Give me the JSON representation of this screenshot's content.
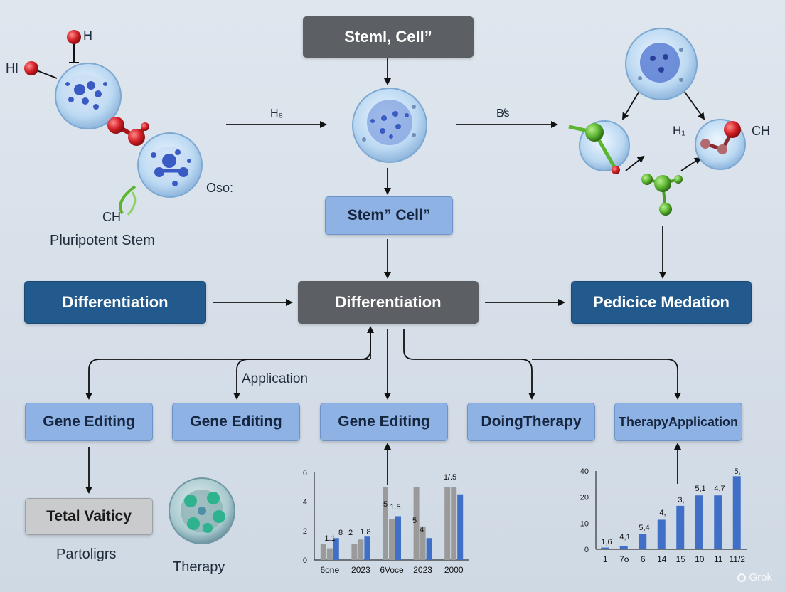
{
  "nodes": {
    "stem_cell_top": "Steml, Cell”",
    "stem_cell_mid": "Stem” Cell”",
    "diff_left": "Differentiation",
    "diff_center": "Differentiation",
    "pedicice": "Pedicice Medation",
    "gene_editing_1": "Gene Editing",
    "gene_editing_2": "Gene Editing",
    "gene_editing_3": "Gene Editing",
    "doing_therapy": "DoingTherapy",
    "therapy_application": "TherapyApplication",
    "tetal_vaiticy": "Tetal Vaiticy"
  },
  "labels": {
    "h_top": "H",
    "hi": "HI",
    "oso": "Oso:",
    "ch_left": "CH",
    "pluripotent": "Pluripotent Stem",
    "h_arrow": "H₈",
    "bs_arrow": "B̸s",
    "h1": "H₁",
    "ch_right": "CH",
    "application": "Application",
    "partoligrs": "Partoligrs",
    "therapy": "Therapy",
    "watermark": "Grok"
  },
  "colors": {
    "atom_red": "#d42027",
    "atom_green": "#5cb531",
    "cell_membrane": "#bcd9f2",
    "nucleus": "#3b5bc4",
    "bar_gray": "#9a9a9a",
    "bar_blue": "#3f6fc6"
  },
  "chart_data": [
    {
      "type": "bar",
      "categories": [
        "6one",
        "2023",
        "6Voce",
        "2023",
        "2000"
      ],
      "series": [
        {
          "values": [
            1.1,
            1.1,
            5,
            5,
            5
          ]
        },
        {
          "values": [
            0.8,
            1.4,
            2.8,
            2.3,
            5
          ]
        },
        {
          "values": [
            1.5,
            1.6,
            3,
            1.5,
            4.5
          ]
        }
      ],
      "y_ticks": [
        "6",
        "4",
        "2",
        "0"
      ],
      "ylim": [
        0,
        6
      ],
      "data_labels": [
        "1.1",
        "8",
        "2",
        "1 8",
        "5",
        "1.5",
        "5",
        "4",
        "1/.5"
      ]
    },
    {
      "type": "bar",
      "categories": [
        "1",
        "7o",
        "6",
        "14",
        "15",
        "10",
        "11",
        "11/2"
      ],
      "series": [
        {
          "values": [
            1,
            2,
            9,
            17,
            25,
            31,
            31,
            42
          ]
        }
      ],
      "y_ticks": [
        "40",
        "20",
        "10",
        "0"
      ],
      "ylim": [
        0,
        45
      ],
      "data_labels": [
        "1,6",
        "4,1",
        "5,4",
        "4,",
        "3,",
        "5,1",
        "4,7",
        "5,"
      ]
    }
  ]
}
